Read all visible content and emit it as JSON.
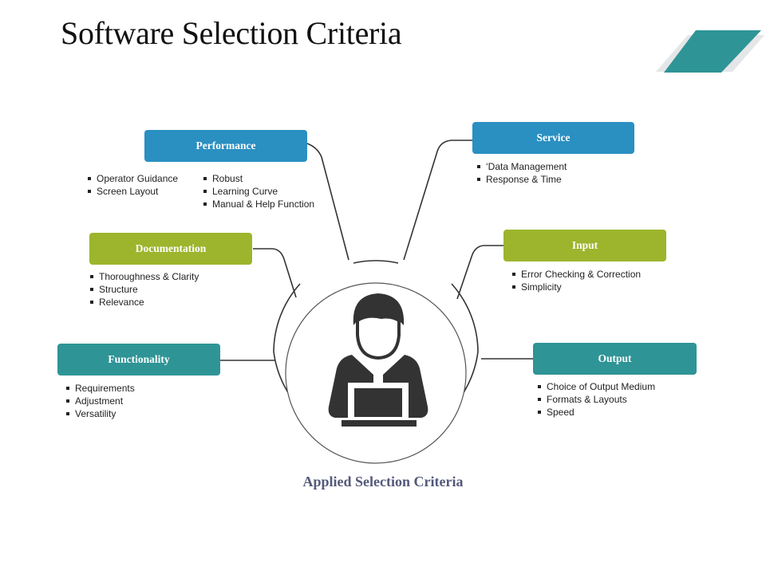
{
  "title": "Software Selection Criteria",
  "caption": "Applied Selection Criteria",
  "colors": {
    "blue": "#2a8fc1",
    "green": "#9cb52c",
    "teal": "#2f9496",
    "caption": "#54597a"
  },
  "icons": {
    "center": "user-with-laptop-icon",
    "decoration": "parallelogram-stripes"
  },
  "criteria": {
    "performance": {
      "label": "Performance",
      "items_a": [
        "Operator Guidance",
        "Screen Layout"
      ],
      "items_b": [
        "Robust",
        "Learning Curve",
        "Manual & Help Function"
      ]
    },
    "documentation": {
      "label": "Documentation",
      "items": [
        "Thoroughness  & Clarity",
        "Structure",
        "Relevance"
      ]
    },
    "functionality": {
      "label": "Functionality",
      "items": [
        "Requirements",
        "Adjustment",
        "Versatility"
      ]
    },
    "service": {
      "label": "Service",
      "items": [
        "‘Data Management",
        "Response & Time"
      ]
    },
    "input": {
      "label": "Input",
      "items": [
        "Error Checking & Correction",
        "Simplicity"
      ]
    },
    "output": {
      "label": "Output",
      "items": [
        "Choice of Output Medium",
        "Formats & Layouts",
        "Speed"
      ]
    }
  }
}
